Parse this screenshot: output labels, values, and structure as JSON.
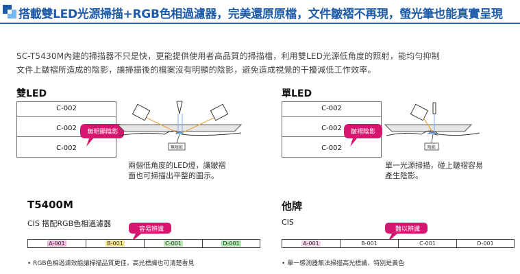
{
  "header": {
    "title": "搭載雙LED光源掃描+RGB色相過濾器，完美還原原檔，文件皺褶不再現，螢光筆也能真實呈現"
  },
  "intro": {
    "line1": "SC-T5430M內建的掃描器不只是快，更能提供使用者高品質的掃描檔，利用雙LED光源低角度的照射，能均勻抑制",
    "line2": "文件上皺褶所造成的陰影，讓掃描後的檔案沒有明顯的陰影，避免造成視覺的干擾減低工作效率。"
  },
  "dual_led": {
    "title": "雙LED",
    "rows": [
      "C-002",
      "C-002",
      "C-002"
    ],
    "callout": "無明顯陰影",
    "diagram_tag": "無陰影",
    "caption_line1": "兩個低角度的LED燈，讓皺褶",
    "caption_line2": "面也可掃描出平整的圖示。"
  },
  "single_led": {
    "title": "單LED",
    "rows": [
      "C-002",
      "C-002",
      "C-002"
    ],
    "callout": "皺褶陰影",
    "diagram_tag": "陰影",
    "caption_line1": "單一光源掃描，碰上皺褶容易",
    "caption_line2": "產生陰影。"
  },
  "t5400m": {
    "title": "T5400M",
    "subtitle": "CIS 搭配RGB色相過濾器",
    "callout": "容易辨識",
    "cells": [
      {
        "label": "A-001",
        "highlight": "#f2b8dc"
      },
      {
        "label": "B-001",
        "highlight": "#f7e48a"
      },
      {
        "label": "C-001",
        "highlight": "#b9e6b5"
      },
      {
        "label": "D-001",
        "highlight": "#a8e7a8"
      }
    ],
    "bullet": "RGB色相過濾效能讓掃描品質更佳，高光標識也可清楚看見"
  },
  "other": {
    "title": "他牌",
    "subtitle": "CIS",
    "callout": "難以辨識",
    "cells": [
      {
        "label": "A-001",
        "highlight": "#f3d3e4"
      },
      {
        "label": "B-001",
        "highlight": ""
      },
      {
        "label": "C-001",
        "highlight": ""
      },
      {
        "label": "D-001",
        "highlight": ""
      }
    ],
    "bullet": "單一感測器無法掃描高光標識，特別是黃色"
  },
  "colors": {
    "accent_blue": "#2b66b3",
    "callout_pink": "#d6166e",
    "ray_orange": "#e8a33a",
    "ray_blue": "#8bb7e6"
  }
}
